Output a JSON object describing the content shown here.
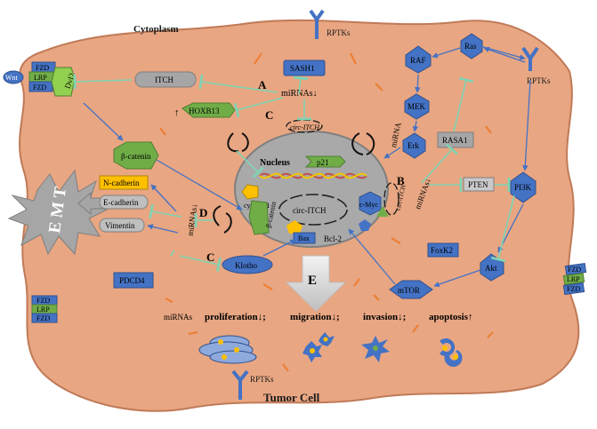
{
  "labels": {
    "cytoplasm": "Cytoplasm",
    "tumor_cell": "Tumor Cell",
    "nucleus": "Nucleus",
    "emt": "E M T",
    "pathway_a": "A",
    "pathway_b": "B",
    "pathway_c_top": "C",
    "pathway_c_bottom": "C",
    "pathway_d": "D",
    "pathway_e": "E"
  },
  "receptors": {
    "rptks_top": "RPTKs",
    "rptks_right": "RPTKs",
    "rptks_bottom": "RPTKs"
  },
  "wnt_complex": {
    "fzd_top": "FZD",
    "lrp": "LRP",
    "fzd_bottom": "FZD",
    "wnt": "Wnt",
    "dvl2": "Dvl2"
  },
  "fzd_left_stack": {
    "fzd_a": "FZD",
    "lrp": "LRP",
    "fzd_b": "FZD"
  },
  "fzd_right_stack": {
    "fzd_a": "FZD",
    "lrp": "LRP",
    "fzd_b": "FZD"
  },
  "nodes": {
    "sash1": "SASH1",
    "itch": "ITCH",
    "mirnas_a": "miRNAs↓",
    "hoxb13": "HOXB13",
    "circ_itch_top": "circ-ITCH",
    "raf": "RAF",
    "ras": "Ras",
    "mek": "MEK",
    "erk": "Erk",
    "mirna_erk": "miRNA",
    "rasa1": "RASA1",
    "mirnas_b": "miRNAs↓",
    "circ_itch_b": "circ-ITCH",
    "pten": "PTEN",
    "pi3k": "PI3K",
    "foxk2": "FoxK2",
    "akt": "Akt",
    "mtor": "mTOR",
    "beta_catenin": "β-catenin",
    "n_cadherin": "N-cadherin",
    "e_cadherin": "E-cadherin",
    "vimentin": "Vimentin",
    "mirnas_d": "miRNAs↓",
    "klotho": "Klotho",
    "pdcd4": "PDCD4"
  },
  "nucleus_items": {
    "p21": "p21",
    "cyclind1": "cyclinD1",
    "c_myc": "c-Myc",
    "circ_itch": "circ-ITCH",
    "beta_catenin": "β-catenin",
    "bax": "Bax",
    "bcl2": "Bcl-2"
  },
  "outcomes": {
    "mirnas": "miRNAs",
    "proliferation": "proliferation↓;",
    "migration": "migration↓;",
    "invasion": "invasion↓;",
    "apoptosis": "apoptosis↑"
  },
  "colors": {
    "cell_fill": "#e8a682",
    "cell_stroke": "#c07a58",
    "nucleus_fill": "#a9a9a9",
    "node_blue": "#4472c4",
    "node_green": "#70ad47",
    "node_grey": "#a6a6a6",
    "cadherin_yellow": "#ffc000",
    "inhibit_teal": "#7fd4b4",
    "arrow_blue": "#4472c4",
    "cut_orange": "#ed7d31"
  }
}
